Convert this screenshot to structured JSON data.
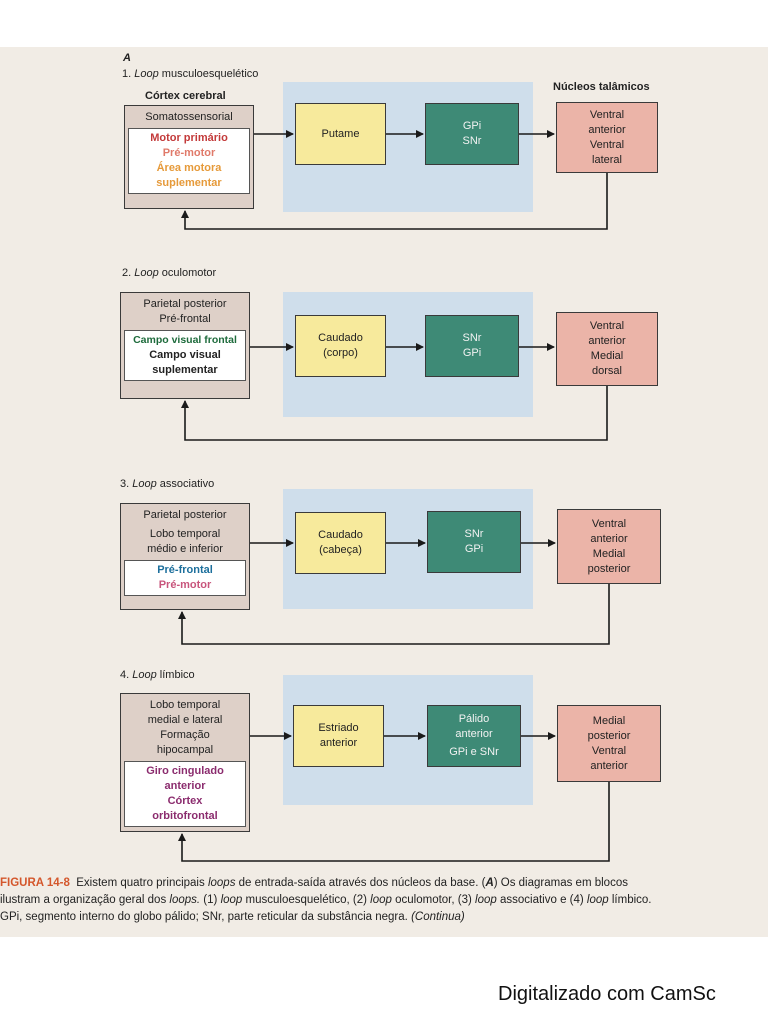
{
  "panel_label": "A",
  "header_thalamic": "Núcleos talâmicos",
  "loops": [
    {
      "num": "1.",
      "word": "Loop",
      "name": "musculoesquelético",
      "cortex_header": "Córtex cerebral",
      "cortex_top": [
        "Somatossensorial"
      ],
      "cortex_inner": [
        {
          "text": "Motor primário",
          "color": "#c33a3a"
        },
        {
          "text": "Pré-motor",
          "color": "#e07a6a"
        },
        {
          "text": "Área motora",
          "color": "#e69a3a"
        },
        {
          "text": "suplementar",
          "color": "#e69a3a"
        }
      ],
      "striatum": [
        "Putame"
      ],
      "output": [
        "GPi",
        "SNr"
      ],
      "thalamus": [
        "Ventral",
        "anterior",
        "Ventral",
        "lateral"
      ]
    },
    {
      "num": "2.",
      "word": "Loop",
      "name": "oculomotor",
      "cortex_top": [
        "Parietal posterior",
        "Pré-frontal"
      ],
      "cortex_inner": [
        {
          "text": "Campo visual frontal",
          "color": "#1e6b3c"
        },
        {
          "text": "Campo visual",
          "color": "#222222"
        },
        {
          "text": "suplementar",
          "color": "#222222"
        }
      ],
      "striatum": [
        "Caudado",
        "(corpo)"
      ],
      "output": [
        "SNr",
        "GPi"
      ],
      "thalamus": [
        "Ventral",
        "anterior",
        "Medial",
        "dorsal"
      ]
    },
    {
      "num": "3.",
      "word": "Loop",
      "name": "associativo",
      "cortex_top": [
        "Parietal posterior",
        "Lobo temporal",
        "médio e inferior"
      ],
      "cortex_inner": [
        {
          "text": "Pré-frontal",
          "color": "#1c6f9c"
        },
        {
          "text": "Pré-motor",
          "color": "#c8557c"
        }
      ],
      "striatum": [
        "Caudado",
        "(cabeça)"
      ],
      "output": [
        "SNr",
        "GPi"
      ],
      "thalamus": [
        "Ventral",
        "anterior",
        "Medial",
        "posterior"
      ]
    },
    {
      "num": "4.",
      "word": "Loop",
      "name": "límbico",
      "cortex_top": [
        "Lobo temporal",
        "medial e lateral",
        "Formação",
        "hipocampal"
      ],
      "cortex_inner": [
        {
          "text": "Giro cingulado",
          "color": "#8b2c6e"
        },
        {
          "text": "anterior",
          "color": "#8b2c6e"
        },
        {
          "text": "Córtex",
          "color": "#8b2c6e"
        },
        {
          "text": "orbitofrontal",
          "color": "#8b2c6e"
        }
      ],
      "striatum": [
        "Estriado",
        "anterior"
      ],
      "output": [
        "Pálido",
        "anterior",
        "GPi e SNr"
      ],
      "thalamus": [
        "Medial",
        "posterior",
        "Ventral",
        "anterior"
      ]
    }
  ],
  "caption": {
    "label": "FIGURA 14-8",
    "l1a": "Existem quatro principais",
    "l1b": "loops",
    "l1c": "de entrada-saída através dos núcleos da base. (",
    "l1d": "A",
    "l1e": ") Os diagramas em blocos",
    "l2a": "ilustram a organização geral dos",
    "l2b": "loops.",
    "l2c": "(1)",
    "l2d": "loop",
    "l2e": "musculoesquelético, (2)",
    "l2f": "loop",
    "l2g": "oculomotor, (3)",
    "l2h": "loop",
    "l2i": "associativo e (4)",
    "l2j": "loop",
    "l2k": "límbico.",
    "l3a": "GPi, segmento interno do globo pálido; SNr, parte reticular da substância negra.",
    "l3b": "(Continua)"
  },
  "footer": "Digitalizado com CamSc"
}
